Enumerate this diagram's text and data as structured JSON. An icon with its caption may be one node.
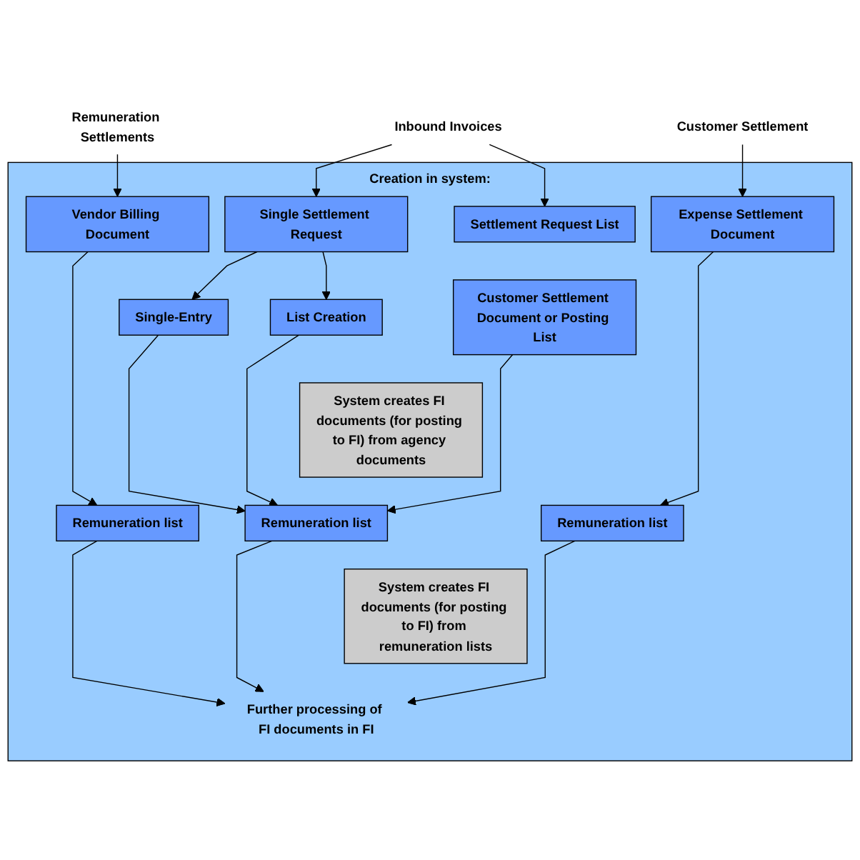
{
  "diagram": {
    "nodes": [
      {
        "text": [
          "Remuneration Settlements"
        ]
      },
      {
        "text": [
          "Inbound Invoices"
        ]
      },
      {
        "text": [
          "Customer Settlement"
        ]
      },
      {
        "text": [
          "Creation in system:"
        ]
      },
      {
        "text": [
          "Vendor Billing Document"
        ],
        "in": 3
      },
      {
        "text": [
          "Single Settlement Request"
        ],
        "in": 3
      },
      {
        "text": [
          "Settlement Request List"
        ],
        "in": 3
      },
      {
        "text": [
          "Expense Settlement Document"
        ],
        "in": 3
      },
      {
        "text": [
          "Single-Entry"
        ],
        "in": 3
      },
      {
        "text": [
          "List Creation"
        ],
        "in": 3
      },
      {
        "text": [
          "Customer Settlement Document or Posting List"
        ],
        "in": 3
      },
      {
        "text": [
          "System creates FI documents (for posting to FI) from agency documents"
        ],
        "in": 3
      },
      {
        "text": [
          "Remuneration list"
        ],
        "in": 3
      },
      {
        "text": [
          "Remuneration list"
        ],
        "in": 3
      },
      {
        "text": [
          "Remuneration list"
        ],
        "in": 3
      },
      {
        "text": [
          "System creates FI documents (for posting to FI) from remuneration lists"
        ],
        "in": 3
      },
      {
        "text": [
          "Further processing of FI documents in FI"
        ],
        "in": 3
      }
    ],
    "edges": [
      {
        "from": 0,
        "to": 4,
        "arrow": "to"
      },
      {
        "from": 1,
        "to": 5,
        "arrow": "to"
      },
      {
        "from": 1,
        "to": 6,
        "arrow": "to"
      },
      {
        "from": 2,
        "to": 7,
        "arrow": "to"
      },
      {
        "from": 5,
        "to": 8,
        "arrow": "to"
      },
      {
        "from": 5,
        "to": 9,
        "arrow": "to"
      },
      {
        "from": 4,
        "to": 12,
        "arrow": "to"
      },
      {
        "from": 8,
        "to": 13,
        "arrow": "to"
      },
      {
        "from": 9,
        "to": 13,
        "arrow": "to"
      },
      {
        "from": 10,
        "to": 13,
        "arrow": "to"
      },
      {
        "from": 7,
        "to": 14,
        "arrow": "to"
      },
      {
        "from": 12,
        "to": 16,
        "arrow": "to"
      },
      {
        "from": 13,
        "to": 16,
        "arrow": "to"
      },
      {
        "from": 14,
        "to": 16,
        "arrow": "to"
      }
    ]
  }
}
